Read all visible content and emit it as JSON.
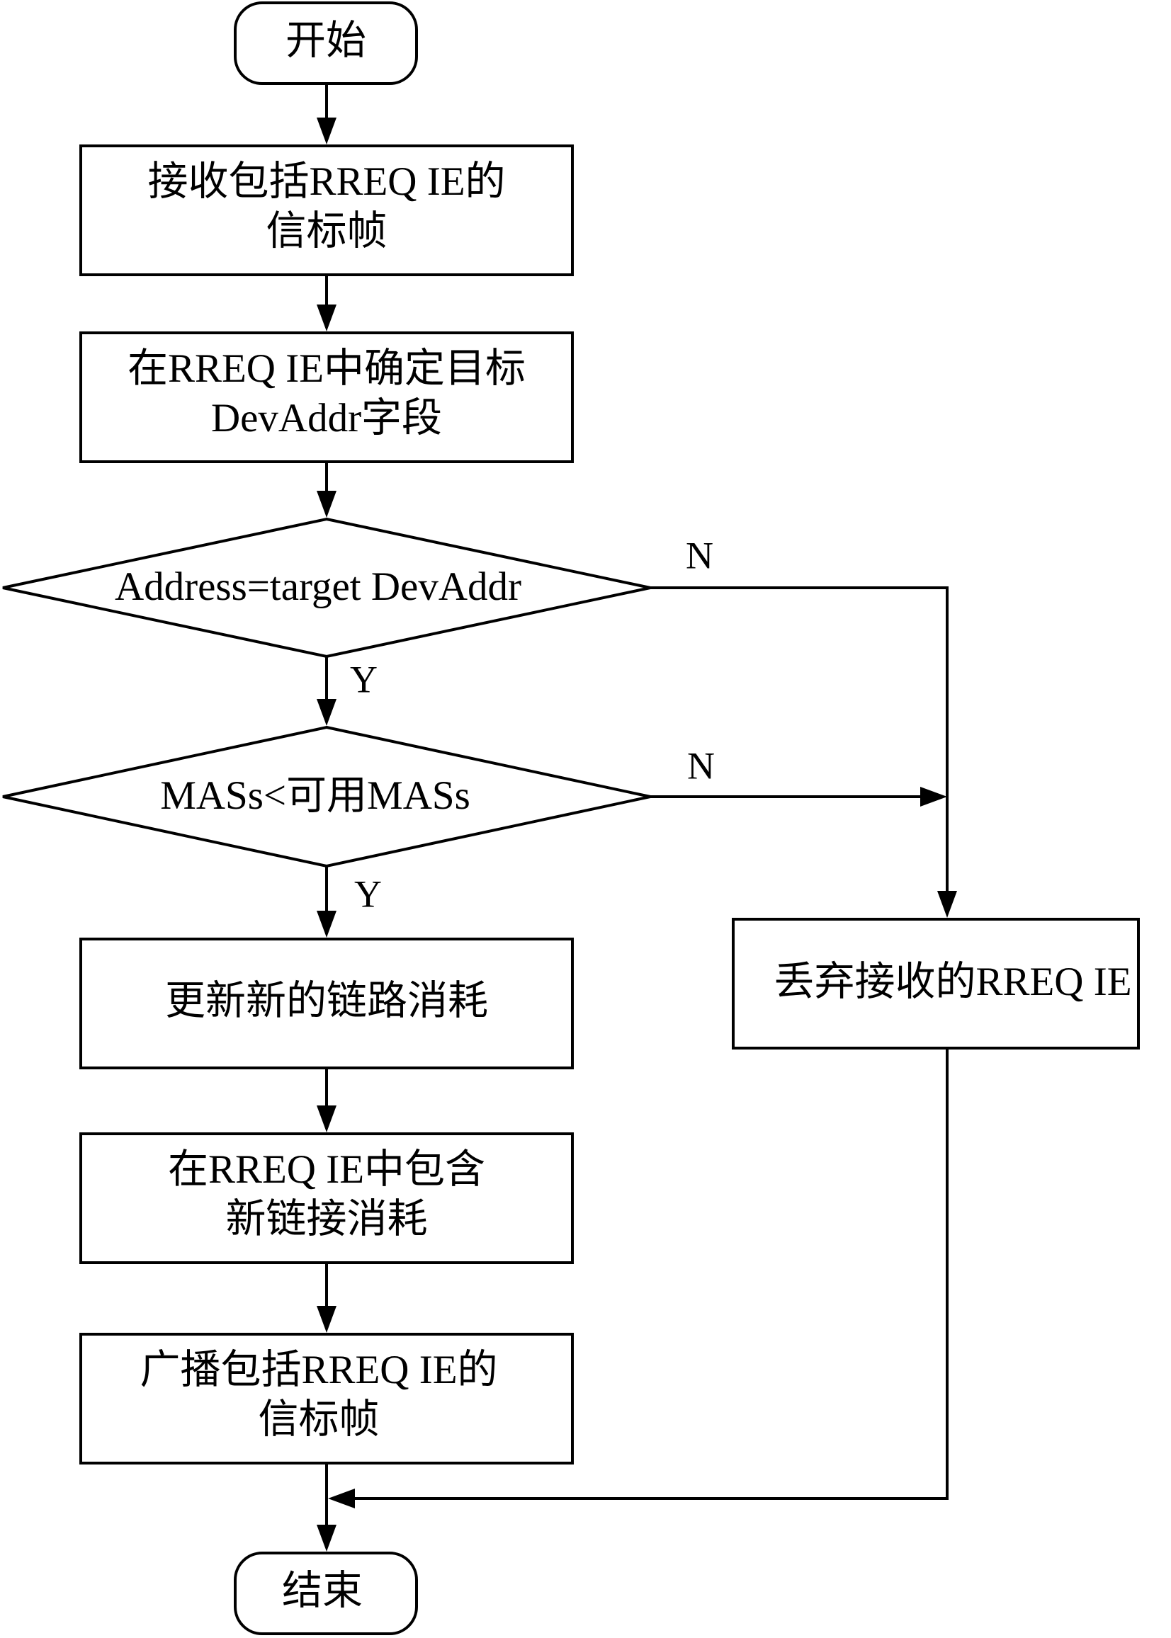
{
  "nodes": {
    "start": {
      "label": "开始"
    },
    "receive": {
      "line1": "接收包括RREQ IE的",
      "line2": "信标帧"
    },
    "identify": {
      "line1": "在RREQ IE中确定目标",
      "line2": "DevAddr字段"
    },
    "check_address": {
      "label": "Address=target DevAddr"
    },
    "check_mas": {
      "label": "MASs<可用MASs"
    },
    "update": {
      "label": "更新新的链路消耗"
    },
    "include": {
      "line1": "在RREQ IE中包含",
      "line2": "新链接消耗"
    },
    "broadcast": {
      "line1": "广播包括RREQ IE的",
      "line2": "信标帧"
    },
    "discard": {
      "label": "丢弃接收的RREQ IE"
    },
    "end": {
      "label": "结束"
    }
  },
  "branches": {
    "address_no": "N",
    "address_yes": "Y",
    "mas_no": "N",
    "mas_yes": "Y"
  },
  "colors": {
    "stroke": "#000000",
    "fill": "#ffffff",
    "text": "#000000"
  }
}
